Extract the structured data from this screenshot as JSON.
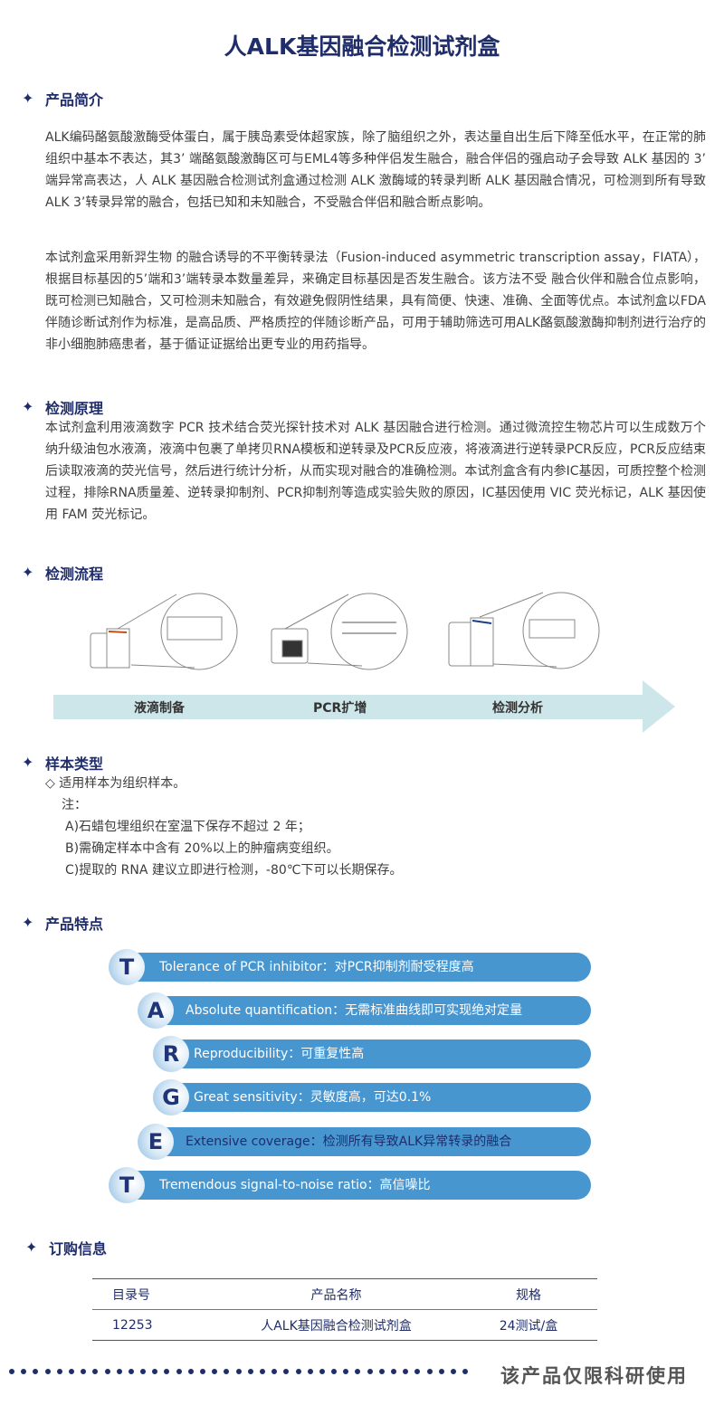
{
  "title": "人ALK基因融合检测试剂盒",
  "sections": {
    "intro": {
      "heading": "产品简介",
      "paragraphs": [
        "ALK编码酪氨酸激酶受体蛋白，属于胰岛素受体超家族，除了脑组织之外，表达量自出生后下降至低水平，在正常的肺组织中基本不表达，其3’ 端酪氨酸激酶区可与EML4等多种伴侣发生融合，融合伴侣的强启动子会导致 ALK 基因的 3’ 端异常高表达，人 ALK 基因融合检测试剂盒通过检测 ALK 激酶域的转录判断 ALK 基因融合情况，可检测到所有导致ALK 3’转录异常的融合，包括已知和未知融合，不受融合伴侣和融合断点影响。",
        "本试剂盒采用新羿生物 的融合诱导的不平衡转录法（Fusion-induced asymmetric transcription assay，FIATA），根据目标基因的5’端和3’端转录本数量差异，来确定目标基因是否发生融合。该方法不受 融合伙伴和融合位点影响，既可检测已知融合，又可检测未知融合，有效避免假阴性结果，具有简便、快速、准确、全面等优点。本试剂盒以FDA伴随诊断试剂作为标准，是高品质、严格质控的伴随诊断产品，可用于辅助筛选可用ALK酪氨酸激酶抑制剂进行治疗的非小细胞肺癌患者，基于循证证据给出更专业的用药指导。"
      ]
    },
    "principle": {
      "heading": "检测原理",
      "paragraph": "本试剂盒利用液滴数字 PCR 技术结合荧光探针技术对 ALK 基因融合进行检测。通过微流控生物芯片可以生成数万个纳升级油包水液滴，液滴中包裹了单拷贝RNA模板和逆转录及PCR反应液，将液滴进行逆转录PCR反应，PCR反应结束后读取液滴的荧光信号，然后进行统计分析，从而实现对融合的准确检测。本试剂盒含有内参IC基因，可质控整个检测过程，排除RNA质量差、逆转录抑制剂、PCR抑制剂等造成实验失败的原因，IC基因使用 VIC 荧光标记，ALK 基因使用 FAM 荧光标记。"
    },
    "workflow": {
      "heading": "检测流程",
      "steps": [
        "液滴制备",
        "PCR扩增",
        "检测分析"
      ]
    },
    "sample": {
      "heading": "样本类型",
      "bullet": "◇ 适用样本为组织样本。",
      "note_label": "注：",
      "notes": [
        "A)石蜡包埋组织在室温下保存不超过 2 年；",
        "B)需确定样本中含有 20%以上的肿瘤病变组织。",
        "C)提取的 RNA 建议立即进行检测，-80℃下可以长期保存。"
      ]
    },
    "features": {
      "heading": "产品特点",
      "items": [
        {
          "letter": "T",
          "text": "Tolerance of PCR inhibitor：对PCR抑制剂耐受程度高"
        },
        {
          "letter": "A",
          "text": "Absolute quantification：无需标准曲线即可实现绝对定量"
        },
        {
          "letter": "R",
          "text": "Reproducibility：可重复性高"
        },
        {
          "letter": "G",
          "text": "Great sensitivity：灵敏度高，可达0.1%"
        },
        {
          "letter": "E",
          "text": "Extensive coverage：检测所有导致ALK异常转录的融合"
        },
        {
          "letter": "T",
          "text": "Tremendous signal-to-noise ratio：高信噪比"
        }
      ]
    },
    "order": {
      "heading": "订购信息",
      "columns": [
        "目录号",
        "产品名称",
        "规格"
      ],
      "rows": [
        [
          "12253",
          "人ALK基因融合检测试剂盒",
          "24测试/盒"
        ]
      ]
    }
  },
  "footer": "该产品仅限科研使用",
  "colors": {
    "navy": "#1f2d6b",
    "pill": "#4896d0",
    "arrow": "#cde6ea"
  }
}
